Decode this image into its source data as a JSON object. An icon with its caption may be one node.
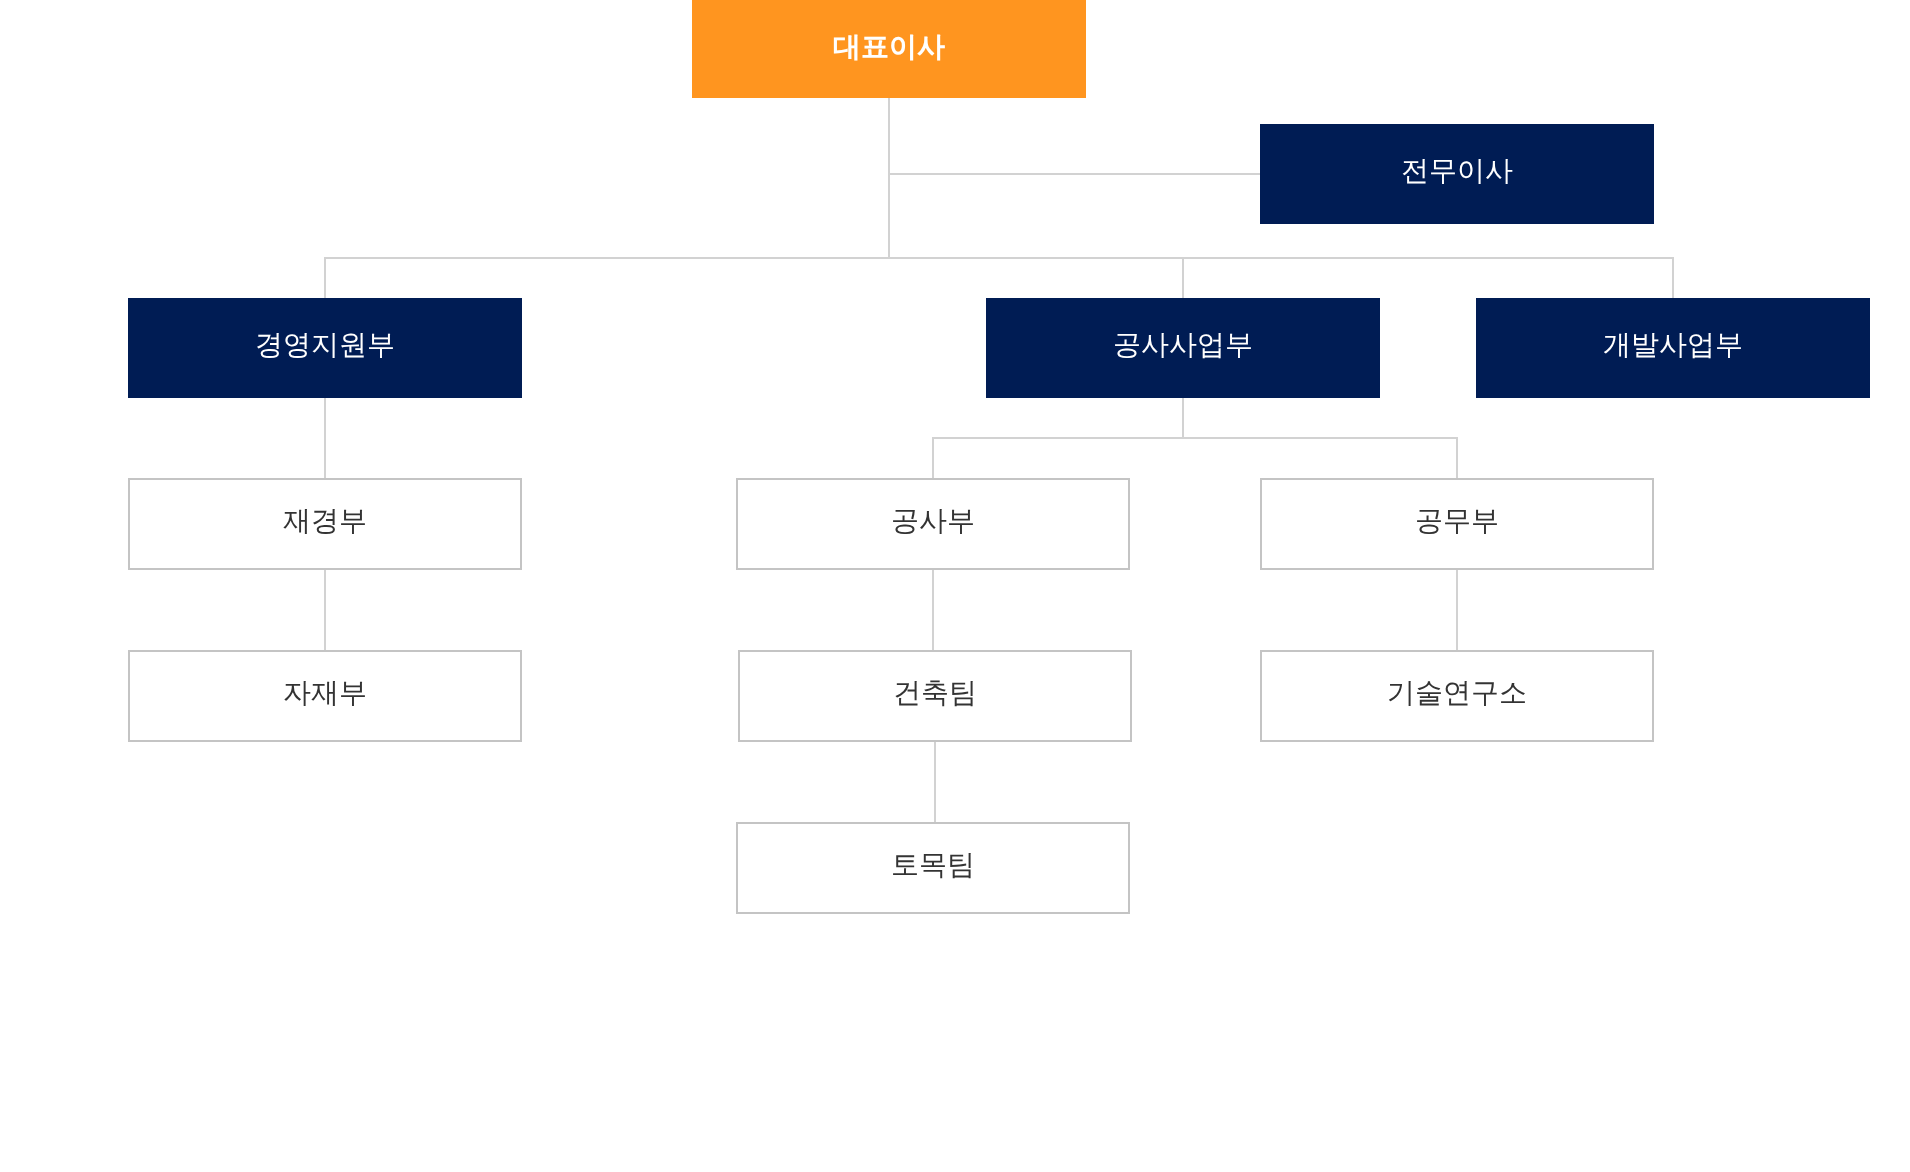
{
  "diagram": {
    "nodes": [
      {
        "text": [
          "대표이사"
        ]
      },
      {
        "text": [
          "전무이사"
        ]
      },
      {
        "text": [
          "경영지원부"
        ]
      },
      {
        "text": [
          "공사사업부"
        ]
      },
      {
        "text": [
          "개발사업부"
        ]
      },
      {
        "text": [
          "재경부"
        ]
      },
      {
        "text": [
          "공사부"
        ]
      },
      {
        "text": [
          "공무부"
        ]
      },
      {
        "text": [
          "자재부"
        ]
      },
      {
        "text": [
          "건축팀"
        ]
      },
      {
        "text": [
          "기술연구소"
        ]
      },
      {
        "text": [
          "토목팀"
        ]
      }
    ],
    "edges": [
      {
        "from": 0,
        "to": 1,
        "arrow": "none"
      },
      {
        "from": 0,
        "to": 2,
        "arrow": "none"
      },
      {
        "from": 0,
        "to": 3,
        "arrow": "none"
      },
      {
        "from": 0,
        "to": 4,
        "arrow": "none"
      },
      {
        "from": 2,
        "to": 5,
        "arrow": "none"
      },
      {
        "from": 5,
        "to": 8,
        "arrow": "none"
      },
      {
        "from": 3,
        "to": 6,
        "arrow": "none"
      },
      {
        "from": 3,
        "to": 7,
        "arrow": "none"
      },
      {
        "from": 6,
        "to": 9,
        "arrow": "none"
      },
      {
        "from": 9,
        "to": 11,
        "arrow": "none"
      },
      {
        "from": 7,
        "to": 10,
        "arrow": "none"
      }
    ]
  }
}
